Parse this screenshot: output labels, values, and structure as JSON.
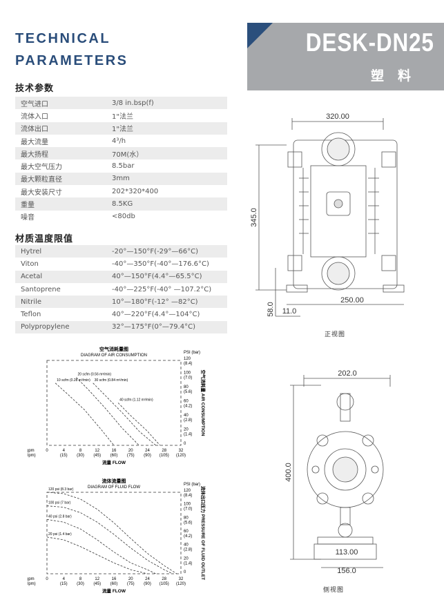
{
  "header": {
    "title_line1": "TECHNICAL",
    "title_line2": "PARAMETERS",
    "model": "DESK-DN25",
    "material": "塑料"
  },
  "tech_params": {
    "title": "技术参数",
    "rows": [
      {
        "label": "空气进口",
        "value": "3/8 in.bsp(f)"
      },
      {
        "label": "流体入口",
        "value": "1\"法兰"
      },
      {
        "label": "流体出口",
        "value": "1\"法兰"
      },
      {
        "label": "最大流量",
        "value": "4³/h"
      },
      {
        "label": "最大扬程",
        "value": "70M(水）"
      },
      {
        "label": "最大空气压力",
        "value": "8.5bar"
      },
      {
        "label": "最大颗粒直径",
        "value": "3mm"
      },
      {
        "label": "最大安装尺寸",
        "value": "202*320*400"
      },
      {
        "label": "重量",
        "value": "8.5KG"
      },
      {
        "label": "噪音",
        "value": "<80db"
      }
    ]
  },
  "temp_limits": {
    "title": "材质温度限值",
    "rows": [
      {
        "label": "Hytrel",
        "value": "-20°—150°F(-29°—66°C)"
      },
      {
        "label": "Viton",
        "value": "-40°—350°F(-40°—176.6°C)"
      },
      {
        "label": "Acetal",
        "value": "40°—150°F(4.4°—65.5°C)"
      },
      {
        "label": "Santoprene",
        "value": "-40°—225°F(-40° —107.2°C)"
      },
      {
        "label": "Nitrile",
        "value": "10°—180°F(-12° —82°C)"
      },
      {
        "label": "Teflon",
        "value": "40°—220°F(4.4°—104°C)"
      },
      {
        "label": "Polypropylene",
        "value": "32°—175°F(0°—79.4°C)"
      }
    ]
  },
  "front_view": {
    "dim_width": "320.00",
    "dim_height": "345.0",
    "dim_base": "250.00",
    "dim_foot_h": "58.0",
    "dim_foot_w": "11.0",
    "caption": "正视图"
  },
  "side_view": {
    "dim_width": "202.0",
    "dim_height": "400.0",
    "dim_inner": "113.00",
    "dim_outer": "156.0",
    "caption": "侧视图"
  },
  "chart_data": [
    {
      "type": "line",
      "title": "空气消耗量图",
      "subtitle": "DIAGRAM OF AIR CONSUMPTION",
      "xlabel": "流量 FLOW",
      "x_unit_labels": [
        "gpm",
        "(lpm)"
      ],
      "xticks": [
        "0",
        "4",
        "8",
        "12",
        "16",
        "20",
        "24",
        "28",
        "32"
      ],
      "xticks_lpm": [
        "(15)",
        "(30)",
        "(45)",
        "(60)",
        "(75)",
        "(90)",
        "(105)",
        "(120)"
      ],
      "xlim": [
        0,
        32
      ],
      "ylabel": "空气消耗量 AIR CONSUMPTION",
      "y_unit": "PSI (bar)",
      "yticks": [
        "0",
        "20",
        "40",
        "60",
        "80",
        "100",
        "120"
      ],
      "yticks_bar": [
        "(1.4)",
        "(2.8)",
        "(4.2)",
        "(5.6)",
        "(7.0)",
        "(8.4)"
      ],
      "ylim": [
        0,
        120
      ],
      "series": [
        {
          "name": "10 scfm (0.28 m³/min)",
          "x": [
            2,
            5,
            9,
            13,
            16
          ],
          "y": [
            88,
            72,
            50,
            22,
            0
          ]
        },
        {
          "name": "20 scfm (0.56 m³/min)",
          "x": [
            7,
            10,
            14,
            18,
            22
          ],
          "y": [
            96,
            78,
            52,
            24,
            0
          ]
        },
        {
          "name": "30 scfm (0.84 m³/min)",
          "x": [
            11,
            14,
            18,
            22,
            26
          ],
          "y": [
            88,
            70,
            46,
            20,
            0
          ]
        },
        {
          "name": "40 scfm (1.12 m³/min)",
          "x": [
            17,
            20,
            24,
            27
          ],
          "y": [
            60,
            42,
            20,
            0
          ]
        }
      ]
    },
    {
      "type": "line",
      "title": "流体流量图",
      "subtitle": "DIAGRAM OF FLUID FLOW",
      "xlabel": "流量 FLOW",
      "x_unit_labels": [
        "gpm",
        "(lpm)"
      ],
      "xticks": [
        "0",
        "4",
        "8",
        "12",
        "16",
        "20",
        "24",
        "28",
        "32"
      ],
      "xticks_lpm": [
        "(15)",
        "(30)",
        "(45)",
        "(60)",
        "(75)",
        "(90)",
        "(105)",
        "(120)"
      ],
      "xlim": [
        0,
        32
      ],
      "ylabel": "流体出口压力 PRESSURE OF FLUID OUTLET",
      "y_unit": "PSI (bar)",
      "yticks": [
        "0",
        "20",
        "40",
        "60",
        "80",
        "100",
        "120"
      ],
      "yticks_bar": [
        "(1.4)",
        "(2.8)",
        "(4.2)",
        "(5.6)",
        "(7.0)",
        "(8.4)"
      ],
      "ylim": [
        0,
        120
      ],
      "series": [
        {
          "name": "120 psi (8.3 bar)",
          "x": [
            0,
            4,
            8,
            12,
            16,
            20,
            24,
            28,
            31
          ],
          "y": [
            120,
            118,
            110,
            95,
            75,
            52,
            30,
            12,
            0
          ]
        },
        {
          "name": "100 psi (7 bar)",
          "x": [
            0,
            4,
            8,
            12,
            16,
            20,
            24,
            28,
            30
          ],
          "y": [
            100,
            98,
            90,
            76,
            58,
            38,
            20,
            6,
            0
          ]
        },
        {
          "name": "40 psi (2.8 bar)",
          "x": [
            0,
            4,
            8,
            12,
            16,
            20,
            24,
            26
          ],
          "y": [
            80,
            76,
            66,
            50,
            32,
            16,
            6,
            0
          ]
        },
        {
          "name": "20 psi (1.4 bar)",
          "x": [
            0,
            4,
            8,
            12,
            16,
            20,
            24
          ],
          "y": [
            54,
            50,
            40,
            28,
            16,
            6,
            0
          ]
        }
      ]
    }
  ]
}
